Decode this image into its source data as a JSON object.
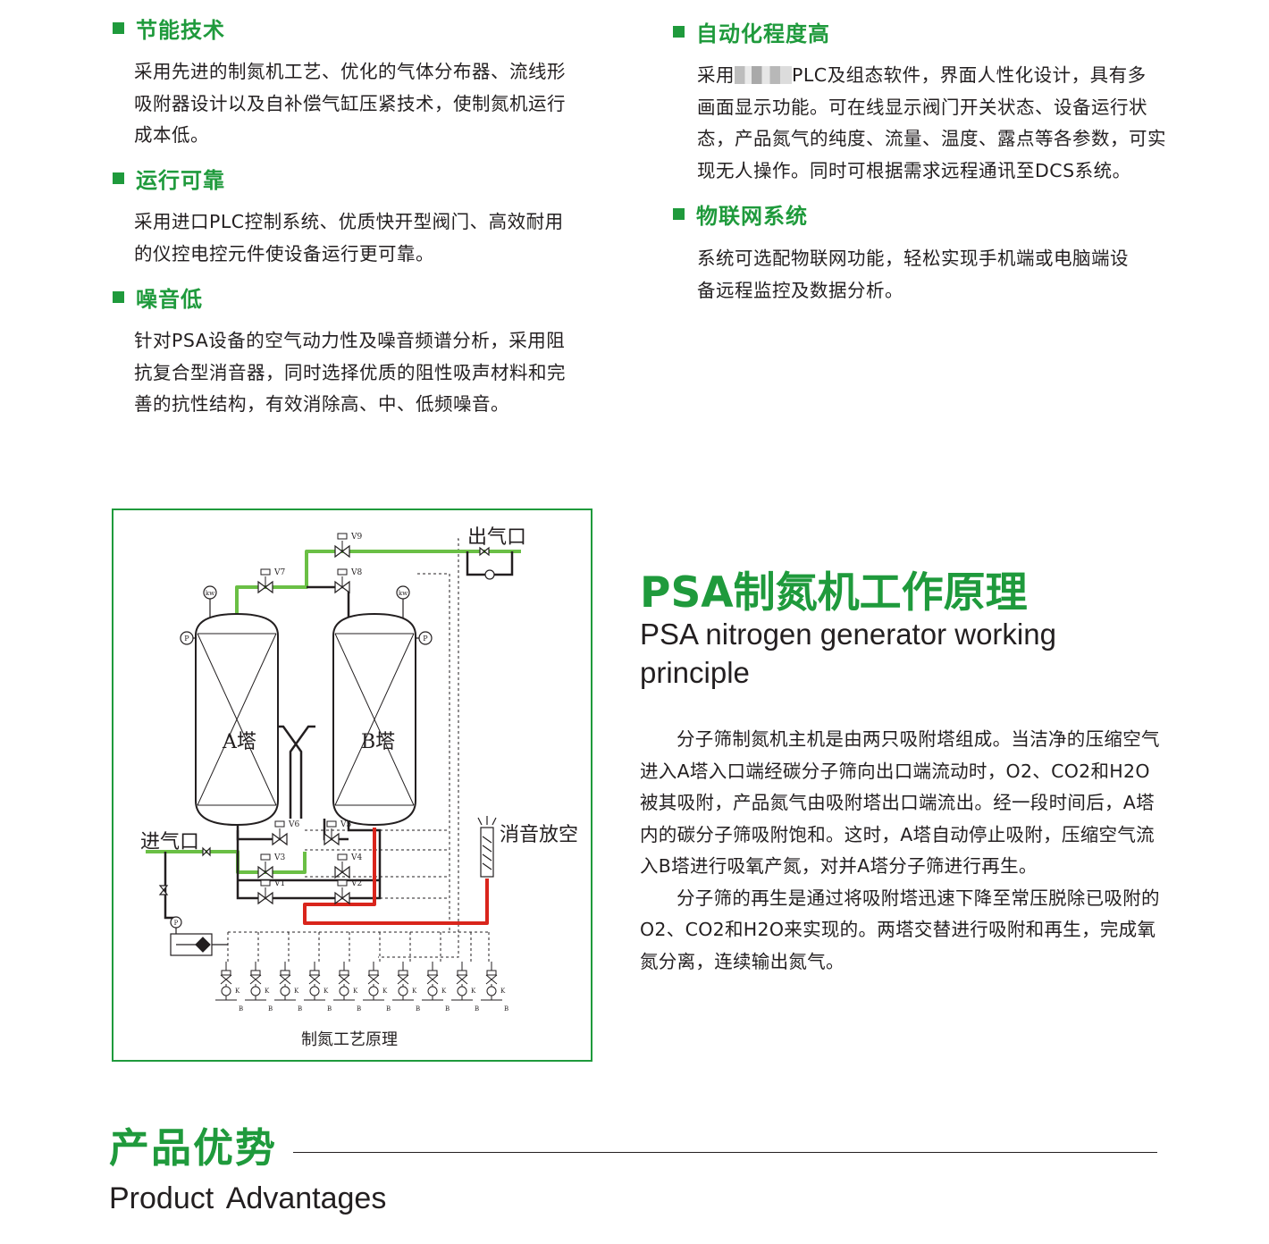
{
  "colors": {
    "accent": "#1f9a3c",
    "text": "#231f20",
    "hot_line": "#d9251c",
    "cold_line": "#6abf45"
  },
  "features_left": [
    {
      "title": "节能技术",
      "lines": [
        "采用先进的制氮机工艺、优化的气体分布器、流线形",
        "吸附器设计以及自补偿气缸压紧技术，使制氮机运行",
        "成本低。"
      ]
    },
    {
      "title": "运行可靠",
      "lines": [
        "采用进口PLC控制系统、优质快开型阀门、高效耐用",
        "的仪控电控元件使设备运行更可靠。"
      ]
    },
    {
      "title": "噪音低",
      "lines": [
        "针对PSA设备的空气动力性及噪音频谱分析，采用阻",
        "抗复合型消音器，同时选择优质的阻性吸声材料和完",
        "善的抗性结构，有效消除高、中、低频噪音。"
      ]
    }
  ],
  "features_right": [
    {
      "title": "自动化程度高",
      "line1_prefix": "采用",
      "line1_suffix": "PLC及组态软件，界面人性化设计，具有多",
      "lines": [
        "画面显示功能。可在线显示阀门开关状态、设备运行状",
        "态，产品氮气的纯度、流量、温度、露点等各参数，可实",
        "现无人操作。同时可根据需求远程通讯至DCS系统。"
      ]
    },
    {
      "title": "物联网系统",
      "lines": [
        "系统可选配物联网功能，轻松实现手机端或电脑端设",
        "备远程监控及数据分析。"
      ]
    }
  ],
  "diagram": {
    "caption": "制氮工艺原理",
    "outlet_label": "出气口",
    "inlet_label": "进气口",
    "silencer_label": "消音放空",
    "tower_a": "A塔",
    "tower_b": "B塔",
    "valves": [
      "V1",
      "V2",
      "V3",
      "V4",
      "V5",
      "V6",
      "V7",
      "V8",
      "V9"
    ],
    "gauge_p": "P",
    "gauge_kw": "kw",
    "manifold_k": "K",
    "manifold_b": "B"
  },
  "principle": {
    "title": "PSA制氮机工作原理",
    "subtitle": "PSA nitrogen generator working principle",
    "paragraphs": [
      "分子筛制氮机主机是由两只吸附塔组成。当洁净的压缩空气进入A塔入口端经碳分子筛向出口端流动时，O2、CO2和H2O被其吸附，产品氮气由吸附塔出口端流出。经一段时间后，A塔内的碳分子筛吸附饱和。这时，A塔自动停止吸附，压缩空气流入B塔进行吸氧产氮，对并A塔分子筛进行再生。",
      "分子筛的再生是通过将吸附塔迅速下降至常压脱除已吸附的O2、CO2和H2O来实现的。两塔交替进行吸附和再生，完成氧氮分离，连续输出氮气。"
    ]
  },
  "advantages": {
    "title": "产品优势",
    "subtitle": "Product  Advantages"
  }
}
